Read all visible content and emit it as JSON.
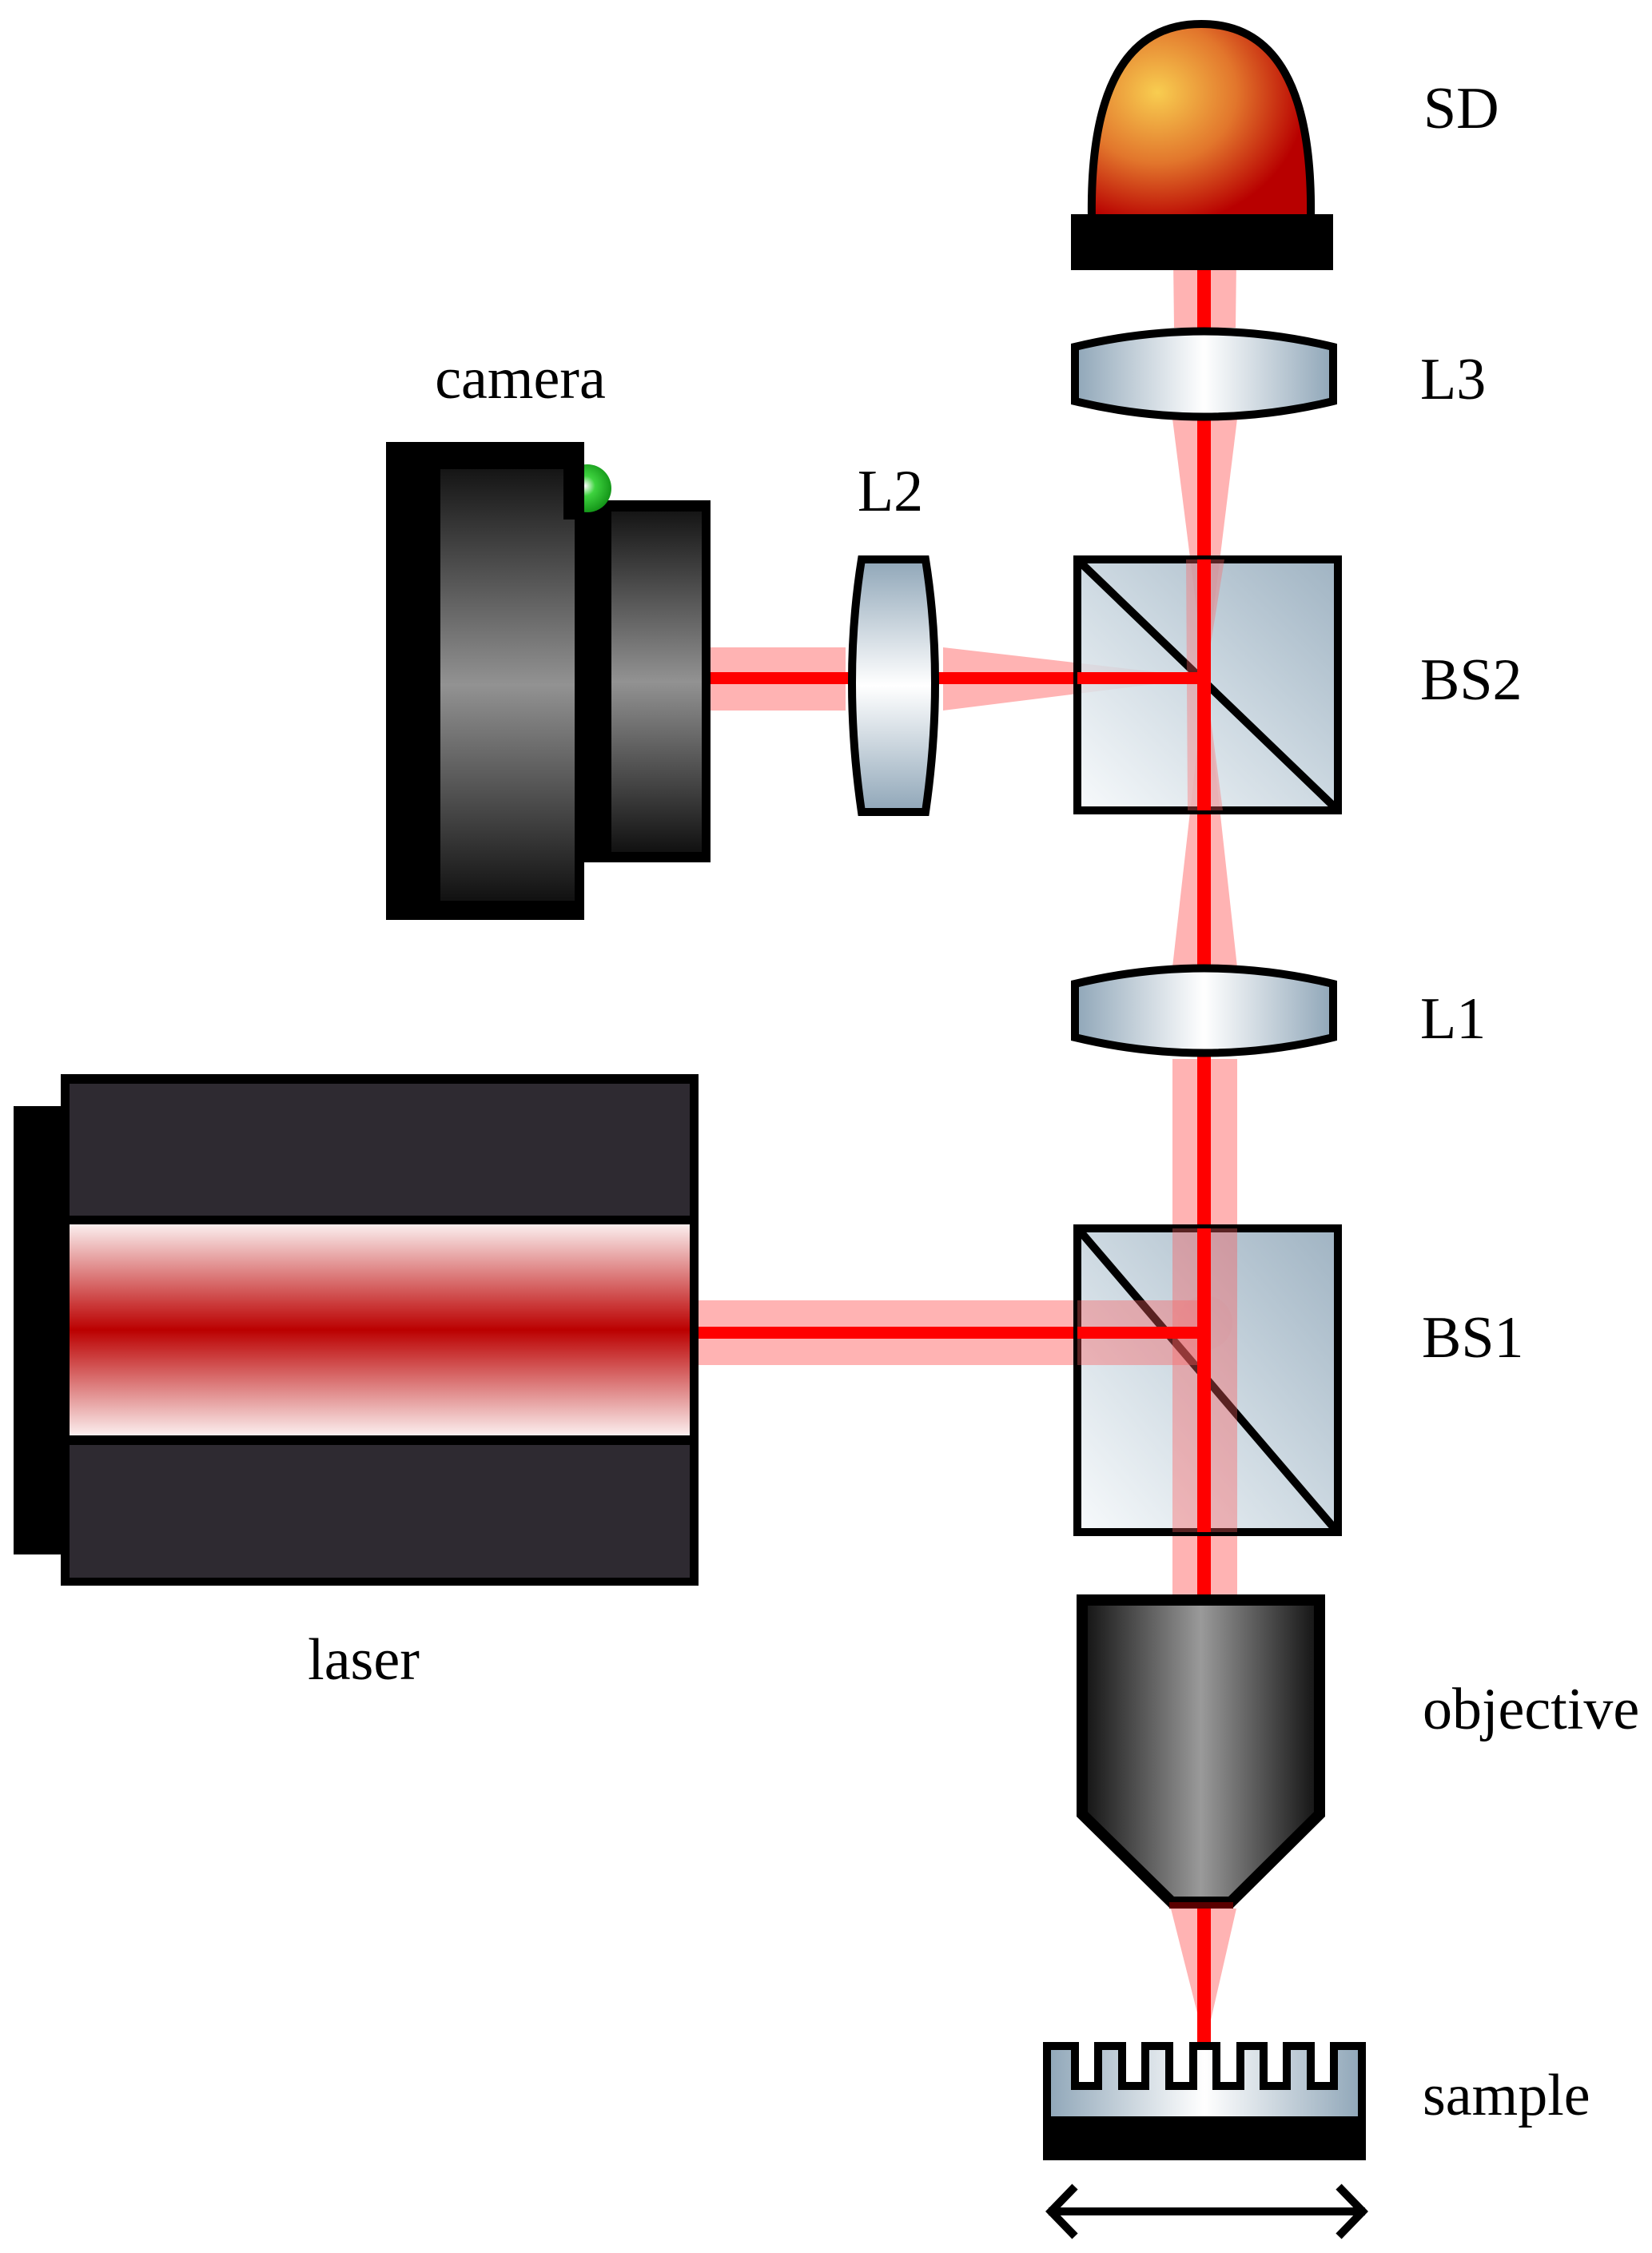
{
  "diagram": {
    "type": "optical-setup-schematic",
    "components": [
      {
        "id": "sd",
        "label": "SD",
        "kind": "detector"
      },
      {
        "id": "l3",
        "label": "L3",
        "kind": "lens"
      },
      {
        "id": "camera",
        "label": "camera",
        "kind": "camera"
      },
      {
        "id": "l2",
        "label": "L2",
        "kind": "lens"
      },
      {
        "id": "bs2",
        "label": "BS2",
        "kind": "beam-splitter"
      },
      {
        "id": "l1",
        "label": "L1",
        "kind": "lens"
      },
      {
        "id": "laser",
        "label": "laser",
        "kind": "light-source"
      },
      {
        "id": "bs1",
        "label": "BS1",
        "kind": "beam-splitter"
      },
      {
        "id": "objective",
        "label": "objective",
        "kind": "objective"
      },
      {
        "id": "sample",
        "label": "sample",
        "kind": "sample-stage"
      }
    ],
    "beam_paths": [
      {
        "from": "laser",
        "to": "bs1"
      },
      {
        "from": "bs1",
        "to": "objective"
      },
      {
        "from": "objective",
        "to": "sample"
      },
      {
        "from": "bs1",
        "to": "l1"
      },
      {
        "from": "l1",
        "to": "bs2"
      },
      {
        "from": "bs2",
        "to": "l2"
      },
      {
        "from": "l2",
        "to": "camera"
      },
      {
        "from": "bs2",
        "to": "l3"
      },
      {
        "from": "l3",
        "to": "sd"
      }
    ],
    "stage_motion": "horizontal-bidirectional",
    "colors": {
      "beam_core": "#ff0000",
      "beam_halo": "#ffb3b3",
      "laser_stripe": "#c00000",
      "laser_panel": "#2e2a31",
      "glass_light": "#ffffff",
      "glass_dark": "#8fa6b8",
      "detector_light": "#f8c94c",
      "detector_dark": "#b80000",
      "led_green": "#22c22a",
      "outline": "#000000"
    }
  }
}
